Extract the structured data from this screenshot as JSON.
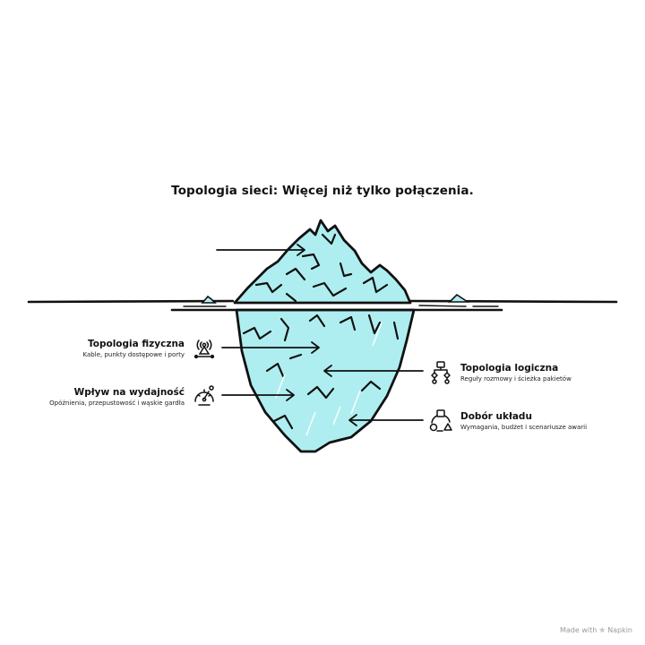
{
  "title": "Topologia sieci: Więcej niż tylko połączenia.",
  "items": [
    {
      "heading": "Topologia fizyczna",
      "description": "Kable, punkty dostępowe i porty",
      "icon": "access-point-icon"
    },
    {
      "heading": "Wpływ na wydajność",
      "description": "Opóźnienia, przepustowość i wąskie gardła",
      "icon": "speedometer-icon"
    },
    {
      "heading": "Topologia logiczna",
      "description": "Reguły rozmowy i ścieżka pakietów",
      "icon": "network-tree-icon"
    },
    {
      "heading": "Dobór układu",
      "description": "Wymagania, budżet i scenariusze awarii",
      "icon": "shapes-icon"
    }
  ],
  "footer": {
    "made_with": "Made with",
    "brand": "Napkin"
  },
  "colors": {
    "ice": "#aeeef0",
    "outline": "#111111",
    "background": "#ffffff"
  }
}
